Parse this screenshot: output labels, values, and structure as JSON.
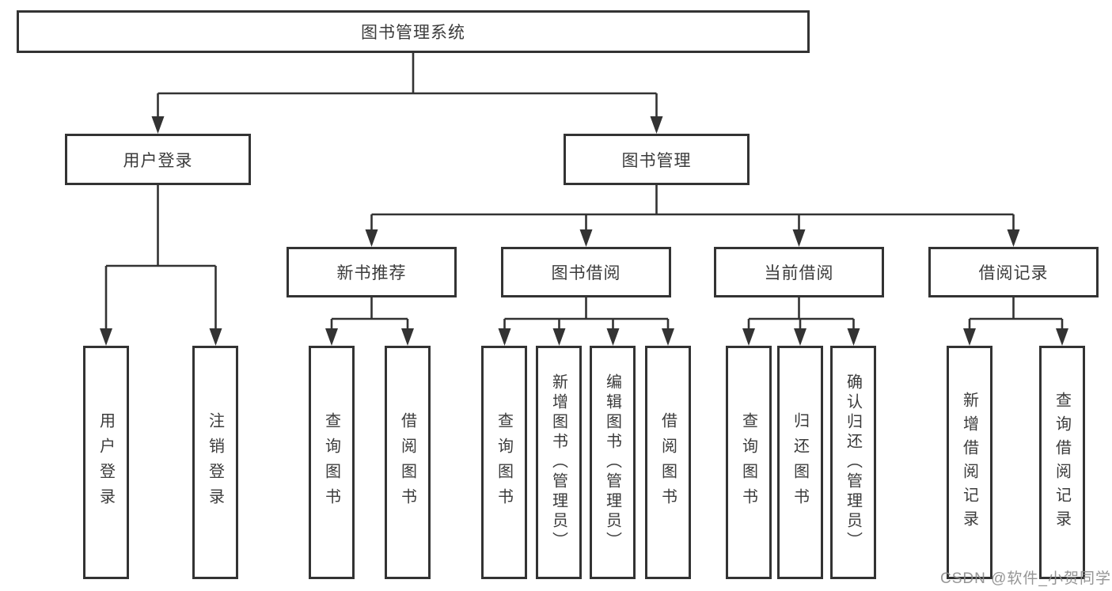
{
  "tree": {
    "root": {
      "label": "图书管理系统",
      "children": [
        {
          "label": "用户登录",
          "children": [
            {
              "label": "用户登录"
            },
            {
              "label": "注销登录"
            }
          ]
        },
        {
          "label": "图书管理",
          "children": [
            {
              "label": "新书推荐",
              "children": [
                {
                  "label": "查询图书"
                },
                {
                  "label": "借阅图书"
                }
              ]
            },
            {
              "label": "图书借阅",
              "children": [
                {
                  "label": "查询图书"
                },
                {
                  "label": "新增图书（管理员）"
                },
                {
                  "label": "编辑图书（管理员）"
                },
                {
                  "label": "借阅图书"
                }
              ]
            },
            {
              "label": "当前借阅",
              "children": [
                {
                  "label": "查询图书"
                },
                {
                  "label": "归还图书"
                },
                {
                  "label": "确认归还（管理员）"
                }
              ]
            },
            {
              "label": "借阅记录",
              "children": [
                {
                  "label": "新增借阅记录"
                },
                {
                  "label": "查询借阅记录"
                }
              ]
            }
          ]
        }
      ]
    }
  },
  "colors": {
    "line": "#333333",
    "text": "#3b3b3b",
    "watermark": "#8c8c8c"
  },
  "watermark": "CSDN @软件_小贺同学"
}
